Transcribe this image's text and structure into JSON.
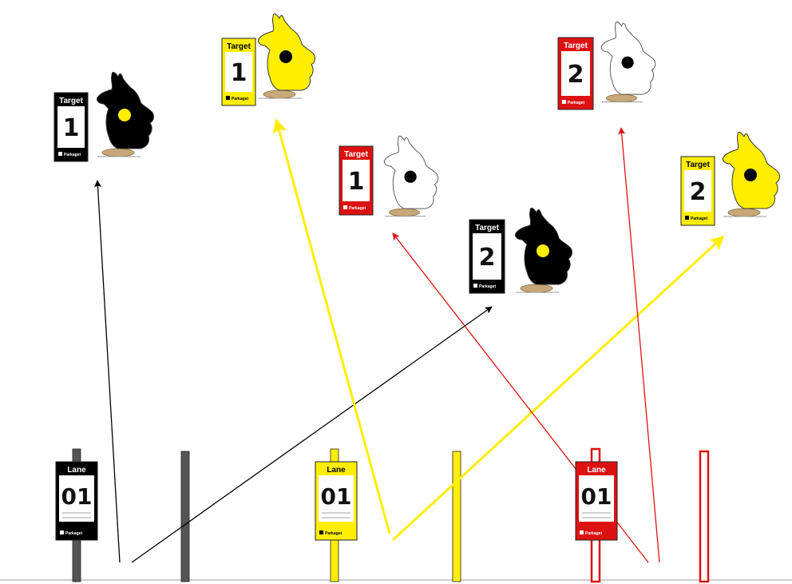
{
  "colors": {
    "black": "#000000",
    "yellow": "#ffee00",
    "red": "#dd1111",
    "grey_post": "#555555",
    "stand": "#c8a878",
    "white": "#ffffff"
  },
  "target_sign": {
    "title": "Target",
    "footer": "Parkaget"
  },
  "lane_sign": {
    "title": "Lane",
    "number": "01",
    "footer": "Parkaget"
  },
  "targets": [
    {
      "id": "black-1",
      "theme": "black",
      "number": "1",
      "silhouette": "black-squirrel",
      "spot": "yellow"
    },
    {
      "id": "black-2",
      "theme": "black",
      "number": "2",
      "silhouette": "black-squirrel",
      "spot": "yellow"
    },
    {
      "id": "yellow-1",
      "theme": "yellow",
      "number": "1",
      "silhouette": "yellow-squirrel",
      "spot": "black"
    },
    {
      "id": "yellow-2",
      "theme": "yellow",
      "number": "2",
      "silhouette": "yellow-squirrel",
      "spot": "black"
    },
    {
      "id": "red-1",
      "theme": "red",
      "number": "1",
      "silhouette": "white-squirrel",
      "spot": "black"
    },
    {
      "id": "red-2",
      "theme": "red",
      "number": "2",
      "silhouette": "white-squirrel",
      "spot": "black"
    }
  ],
  "lanes": [
    {
      "id": "black-lane",
      "theme": "black"
    },
    {
      "id": "yellow-lane",
      "theme": "yellow"
    },
    {
      "id": "red-lane",
      "theme": "red"
    }
  ],
  "arrows": [
    {
      "from": "black-lane",
      "to": "black-1",
      "color": "black"
    },
    {
      "from": "black-lane",
      "to": "black-2",
      "color": "black"
    },
    {
      "from": "yellow-lane",
      "to": "yellow-1",
      "color": "yellow"
    },
    {
      "from": "yellow-lane",
      "to": "yellow-2",
      "color": "yellow"
    },
    {
      "from": "red-lane",
      "to": "red-1",
      "color": "red"
    },
    {
      "from": "red-lane",
      "to": "red-2",
      "color": "red"
    }
  ]
}
